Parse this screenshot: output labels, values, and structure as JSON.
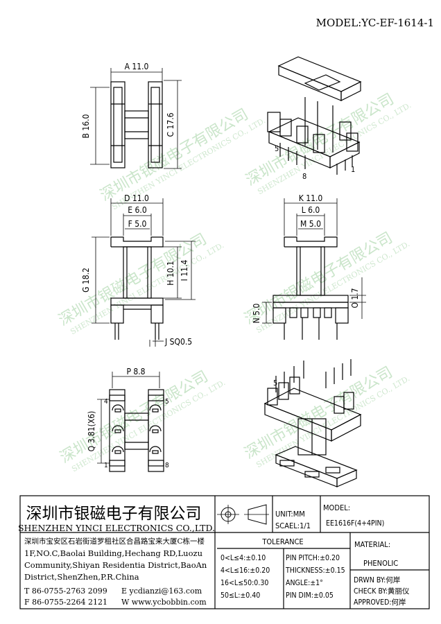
{
  "model_header": "MODEL:YC-EF-1614-1",
  "dims": {
    "A": "A 11.0",
    "B": "B 16.0",
    "C": "C 17.6",
    "D": "D 11.0",
    "E": "E 6.0",
    "F": "F 5.0",
    "G": "G 18.2",
    "H": "H 10.1",
    "I": "I 11.4",
    "J": "J SQ0.5",
    "K": "K 11.0",
    "L": "L 6.0",
    "M": "M 5.0",
    "N": "N 5.0",
    "O": "O 1.7",
    "P": "P 8.8",
    "Q": "Q 3.81(X6)"
  },
  "pins": {
    "p1": "1",
    "p4": "4",
    "p5": "5",
    "p8": "8"
  },
  "watermark": {
    "cn": "深圳市银磁电子有限公司",
    "en": "SHENZHEN YINCI ELECTRONICS CO., LTD."
  },
  "title_block": {
    "company_cn": "深圳市银磁电子有限公司",
    "company_en": "SHENZHEN YINCI ELECTRONICS CO.,LTD.",
    "unit": "UNIT:MM",
    "scale": "SCAEL:1/1",
    "model_label": "MODEL:",
    "model_value": "EE1616F(4+4PIN)",
    "address": [
      "深圳市宝安区石岩街道罗租社区合昌路宝来大厦C栋一楼",
      "1F,NO.C,Baolai Building,Hechang RD,Luozu",
      "Community,Shiyan Residentia District,BaoAn",
      "District,ShenZhen,P.R.China"
    ],
    "tel": "T  86-0755-2763 2099",
    "fax": "F  86-0755-2264 2121",
    "email": "E  ycdianzi@163.com",
    "web": "W  www.ycbobbin.com",
    "tolerance_label": "TOLERANCE",
    "tol_rows": [
      "0<L≤4:±0.10",
      "4<L≤16:±0.20",
      "16<L≤50:0.30",
      "50≤L:±0.40"
    ],
    "pin_rows": [
      "PIN PITCH:±0.20",
      "THICKNESS:±0.15",
      "ANGLE:±1°",
      "PIN DIM:±0.05"
    ],
    "material_label": "MATERIAL:",
    "material_value": "PHENOLIC",
    "drawn": "DRWN BY:何岸",
    "check": "CHECK BY:黄丽仪",
    "approved": "APPROVED:何岸"
  }
}
